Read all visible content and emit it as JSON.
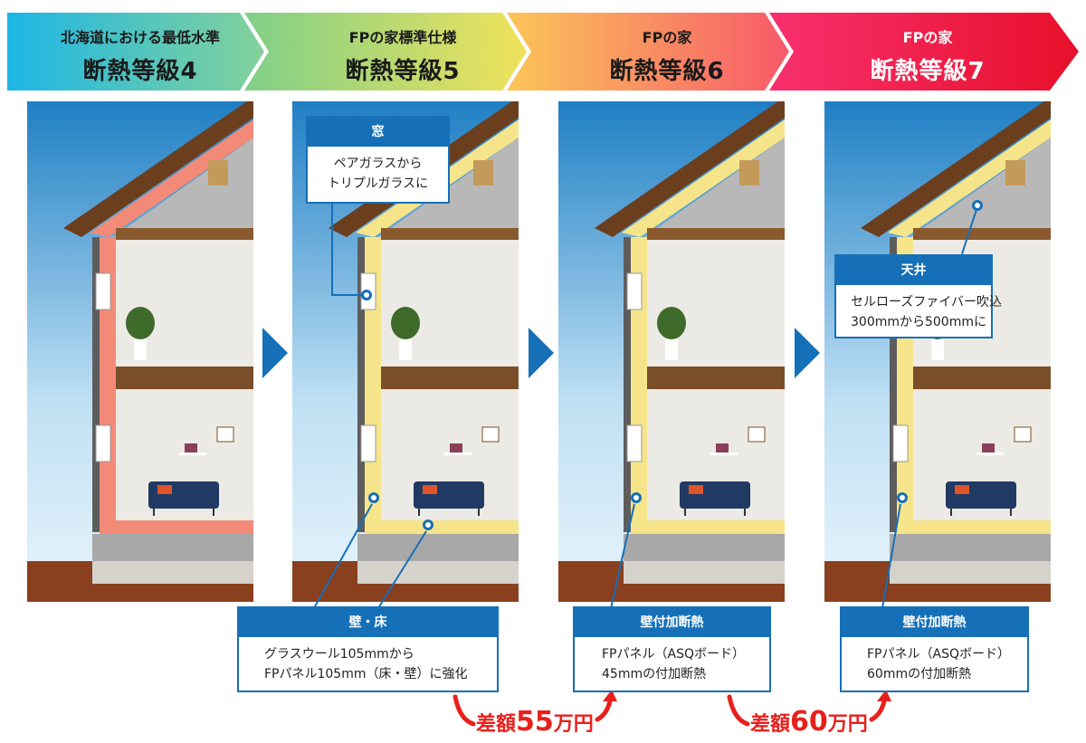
{
  "levels": [
    {
      "subtitle": "北海道における最低水準",
      "title": "断熱等級4"
    },
    {
      "subtitle": "FPの家標準仕様",
      "title": "断熱等級5"
    },
    {
      "subtitle": "FPの家",
      "title": "断熱等級6"
    },
    {
      "subtitle": "FPの家",
      "title": "断熱等級7"
    }
  ],
  "colors": {
    "accent": "#1670b8",
    "diff": "#e8201c",
    "insulation_grade4": "#f38a78",
    "insulation_fp": "#f6e48a"
  },
  "callouts": {
    "window": {
      "title": "窓",
      "lines": [
        "ペアガラスから",
        "トリプルガラスに"
      ]
    },
    "ceiling": {
      "title": "天井",
      "lines": [
        "セルローズファイバー吹込",
        "300mmから500mmに"
      ]
    },
    "wall_floor": {
      "title": "壁・床",
      "lines": [
        "グラスウール105mmから",
        "FPパネル105mm（床・壁）に強化"
      ]
    },
    "wall_add6": {
      "title": "壁付加断熱",
      "lines": [
        "FPパネル（ASQボード）",
        "45mmの付加断熱"
      ]
    },
    "wall_add7": {
      "title": "壁付加断熱",
      "lines": [
        "FPパネル（ASQボード）",
        "60mmの付加断熱"
      ]
    }
  },
  "differences": [
    {
      "label": "差額",
      "amount": "55",
      "unit": "万円"
    },
    {
      "label": "差額",
      "amount": "60",
      "unit": "万円"
    }
  ]
}
